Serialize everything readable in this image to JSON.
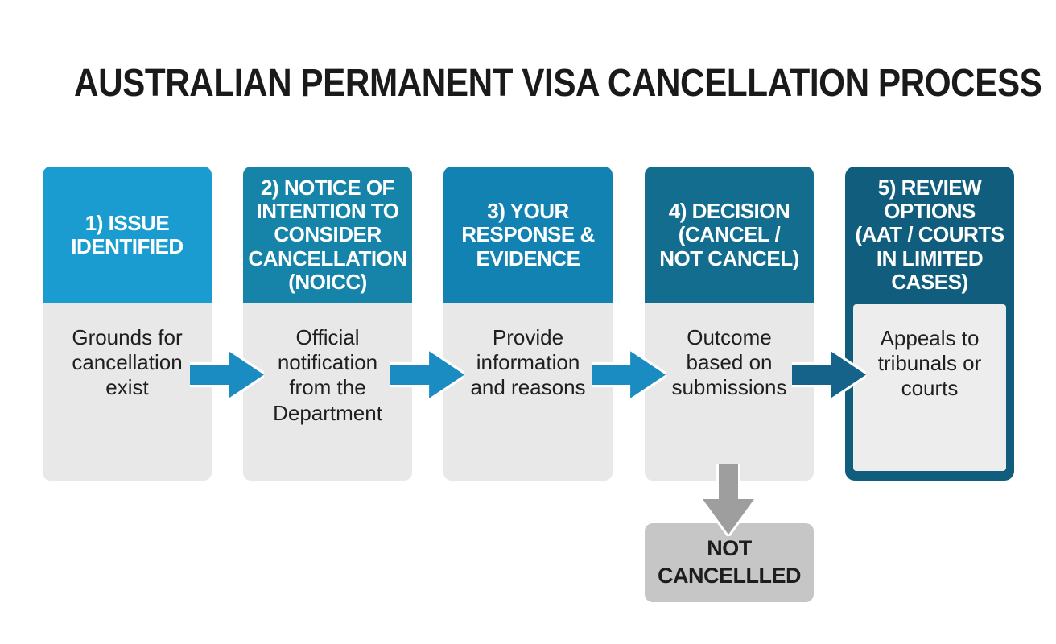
{
  "title": "AUSTRALIAN PERMANENT VISA CANCELLATION PROCESS",
  "colors": {
    "title_text": "#1a1a1a",
    "card_body_gray": "#e8e8e8",
    "step5_inner_gray": "#ededed",
    "header_text": "#ffffff",
    "body_text": "#1f1f1f"
  },
  "steps": [
    {
      "title": "1) ISSUE\nIDENTIFIED",
      "body": "Grounds for\ncancellation\nexist",
      "header_color": "#1a9cd0"
    },
    {
      "title": "2) NOTICE OF\nINTENTION TO\nCONSIDER\nCANCELLATION\n(NOICC)",
      "body": "Official\nnotification\nfrom the\nDepartment",
      "header_color": "#1684a9"
    },
    {
      "title": "3) YOUR\nRESPONSE &\nEVIDENCE",
      "body": "Provide\ninformation\nand reasons",
      "header_color": "#1282b2"
    },
    {
      "title": "4) DECISION\n(CANCEL /\nNOT CANCEL)",
      "body": "Outcome\nbased on\nsubmissions",
      "header_color": "#136d8e"
    },
    {
      "title": "5) REVIEW\nOPTIONS\n(AAT / COURTS\nIN LIMITED\nCASES)",
      "body": "Appeals to\ntribunals or\ncourts",
      "header_color": "#115d7d"
    }
  ],
  "connectors": [
    {
      "color": "#1b8cc2"
    },
    {
      "color": "#1b8cc2"
    },
    {
      "color": "#1b8cc2"
    },
    {
      "color": "#15638a"
    }
  ],
  "outcome": {
    "label": "NOT\nCANCELLLED",
    "box_color": "#c6c6c6",
    "arrow_color": "#9e9e9e"
  }
}
